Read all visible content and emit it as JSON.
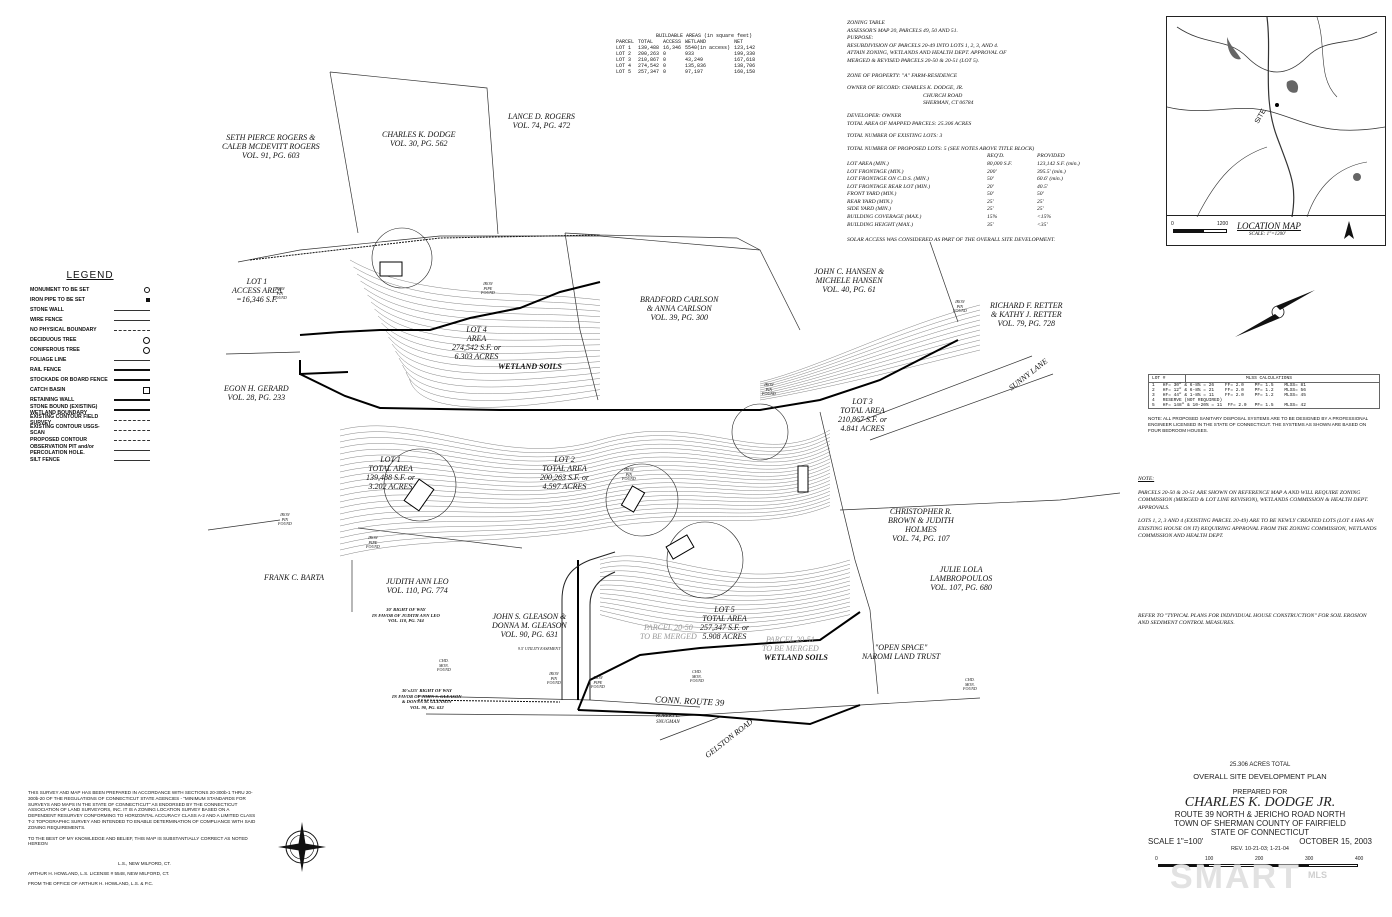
{
  "legend": {
    "title": "LEGEND",
    "items": [
      "MONUMENT TO BE SET",
      "IRON PIPE TO BE SET",
      "STONE WALL",
      "WIRE FENCE",
      "NO PHYSICAL BOUNDARY",
      "DECIDUOUS TREE",
      "CONIFEROUS TREE",
      "FOLIAGE LINE",
      "RAIL FENCE",
      "STOCKADE OR BOARD FENCE",
      "CATCH BASIN",
      "RETAINING WALL",
      "STONE BOUND (EXISTING) WETLAND BOUNDARY",
      "EXISTING CONTOUR FIELD SURVEY",
      "EXISTING CONTOUR USGS-SCAN",
      "PROPOSED CONTOUR",
      "OBSERVATION PIT and/or PERCOLATION HOLE.",
      "SILT FENCE"
    ]
  },
  "buildable": {
    "title": "BUILDABLE AREAS (in square feet)",
    "headers": [
      "PARCEL",
      "TOTAL",
      "ACCESS",
      "WETLAND",
      "NET"
    ],
    "rows": [
      [
        "LOT 1",
        "139,488",
        "16,346",
        "5540(in access)",
        "123,142"
      ],
      [
        "LOT 2",
        "200,263",
        "0",
        "933",
        "199,330"
      ],
      [
        "LOT 3",
        "210,867",
        "0",
        "43,249",
        "167,618"
      ],
      [
        "LOT 4",
        "274,542",
        "0",
        "135,836",
        "138,706"
      ],
      [
        "LOT 5",
        "257,347",
        "0",
        "97,197",
        "160,150"
      ]
    ]
  },
  "zoning": {
    "title": "ZONING TABLE",
    "assessor": "ASSESSOR'S MAP 20, PARCELS 49, 50 AND 51.",
    "purpose_label": "PURPOSE:",
    "purpose": [
      "RESUBDIVISION OF PARCELS 20-49 INTO LOTS 1, 2, 3, AND 4.",
      "ATTAIN ZONING, WETLANDS AND HEALTH DEPT. APPROVAL OF",
      "MERGED & REVISED PARCELS 20-50 & 20-51 (LOT 5)."
    ],
    "zone": "ZONE OF PROPERTY: \"A\" FARM-RESIDENCE",
    "owner": [
      "OWNER OF RECORD: CHARLES K. DODGE, JR.",
      "CHURCH ROAD",
      "SHERMAN, CT 06784"
    ],
    "developer": "DEVELOPER: OWNER",
    "total_area": "TOTAL AREA OF MAPPED PARCELS: 25.306 ACRES",
    "existing_lots": "TOTAL NUMBER OF EXISTING LOTS: 3",
    "proposed_lots": "TOTAL NUMBER OF PROPOSED LOTS: 5 (SEE NOTES ABOVE TITLE BLOCK)",
    "col_req": "REQ'D.",
    "col_prov": "PROVIDED",
    "rows": [
      [
        "LOT AREA (MIN.)",
        "80,000 S.F.",
        "123,142 S.F. (min.)"
      ],
      [
        "LOT FRONTAGE (MIN.)",
        "200'",
        "395.5' (min.)"
      ],
      [
        "LOT FRONTAGE ON C.D.S. (MIN.)",
        "50'",
        "60.6' (min.)"
      ],
      [
        "LOT FRONTAGE REAR LOT (MIN.)",
        "20'",
        "40.5'"
      ],
      [
        "FRONT YARD (MIN.)",
        "50'",
        "50'"
      ],
      [
        "REAR YARD (MIN.)",
        "25'",
        "25'"
      ],
      [
        "SIDE YARD (MIN.)",
        "25'",
        "25'"
      ],
      [
        "BUILDING COVERAGE (MAX.)",
        "15%",
        "<15%"
      ],
      [
        "BUILDING HEIGHT (MAX.)",
        "35'",
        "<35'"
      ]
    ],
    "solar": "SOLAR ACCESS WAS CONSIDERED AS PART OF THE OVERALL SITE DEVELOPMENT."
  },
  "location_map": {
    "title": "LOCATION MAP",
    "scale": "SCALE: 1\"=1200'",
    "scale_bar_left": "0",
    "scale_bar_right": "1200",
    "site_label": "SITE"
  },
  "owners": [
    {
      "text": "SETH PIERCE ROGERS &\nCALEB McDEVITT ROGERS\nVOL. 91, PG. 603"
    },
    {
      "text": "CHARLES K. DODGE\nVOL. 30, PG. 562"
    },
    {
      "text": "LANCE D. ROGERS\nVOL. 74, PG. 472"
    },
    {
      "text": "BRADFORD CARLSON\n& ANNA CARLSON\nVOL. 39, PG. 300"
    },
    {
      "text": "JOHN C. HANSEN &\nMICHELE HANSEN\nVOL. 40, PG. 61"
    },
    {
      "text": "RICHARD F. RETTER\n& KATHY J. RETTER\nVOL. 79, PG. 728"
    },
    {
      "text": "EGON H. GERARD\nVOL. 28, PG. 233"
    },
    {
      "text": "FRANK C. BARTA"
    },
    {
      "text": "JUDITH ANN LEO\nVOL. 110, PG. 774"
    },
    {
      "text": "JOHN S. GLEASON &\nDONNA M. GLEASON\nVOL. 90, PG. 631"
    },
    {
      "text": "CHRISTOPHER R.\nBROWN & JUDITH\nHOLMES\nVOL. 74, PG. 107"
    },
    {
      "text": "JULIE LOLA\nLAMBROPOULOS\nVOL. 107, PG. 680"
    },
    {
      "text": "\"OPEN SPACE\"\nNAROMI LAND TRUST"
    },
    {
      "text": "ROBERT L.\nSNUGMAN"
    }
  ],
  "lots": {
    "lot1_access": "LOT 1\nACCESS AREA\n=16,346 S.F.",
    "lot4": "LOT 4\nAREA\n274,542 S.F. or\n6.303 ACRES",
    "lot1": "LOT 1\nTOTAL AREA\n139,488 S.F. or\n3.202 ACRES",
    "lot2": "LOT 2\nTOTAL AREA\n200,263 S.F. or\n4.597 ACRES",
    "lot3": "LOT 3\nTOTAL AREA\n210,867 S.F. or\n4.841 ACRES",
    "lot5": "LOT 5\nTOTAL AREA\n257,347 S.F. or\n5.908 ACRES",
    "wetland1": "WETLAND SOILS",
    "wetland2": "WETLAND SOILS",
    "parcel50": "PARCEL 20-50\nTO BE MERGED",
    "parcel51": "PARCEL 20-51\nTO BE MERGED"
  },
  "roads": {
    "route39": "CONN. ROUTE 39",
    "gelston": "GELSTON ROAD",
    "sunny": "SUNNY LANE",
    "row1": "30' RIGHT OF WAY\nIN FAVOR OF JUDITH ANN LEO\nVOL. 110, PG. 744",
    "row2": "30'x125' RIGHT OF WAY\nIN FAVOR OF JOHN S. GLEASON\n& DONNA M. GLEASON\nVOL. 90, PG. 632",
    "easement": "9.5' UTILITY EASEMENT",
    "iron_pin": "IRON\nPIN\nFOUND",
    "iron_pipe": "IRON\nPIPE\nFOUND",
    "chd_mon": "CHD.\nMON.\nFOUND"
  },
  "mlss": {
    "col1": "LOT #",
    "col2": "MLSS CALCULATIONS",
    "rows": [
      "1   HF= 30\" & 6-8% = 26    FF= 2.0    PF= 1.5    MLSS= 81",
      "2   HF= 12\" & 6-8% = 21    FF= 2.0    PF= 1.2    MLSS= 56",
      "3   HF= 44\" & 1-8% = 11    FF= 2.0    PF= 1.2    MLSS= 45",
      "4   RESERVE (NOT REQUIRED)",
      "5   HF= 148\" & 10-20% = 11  FF= 2.0   PF= 1.5    MLSS= 42"
    ],
    "note": "NOTE: ALL PROPOSED SANITARY DISPOSAL SYSTEMS ARE TO BE DESIGNED BY A PROFESSIONAL ENGINEER LICENSED IN THE STATE OF CONNECTICUT. THE SYSTEMS AS SHOWN ARE BASED ON FOUR BEDROOM HOUSES."
  },
  "notes": {
    "title": "NOTE:",
    "p1": "PARCELS 20-50 & 20-51 ARE SHOWN ON REFERENCE MAP A AND WILL REQUIRE ZONING COMMISSION (MERGED & LOT LINE REVISION), WETLANDS COMMISSION & HEALTH DEPT. APPROVALS.",
    "p2": "LOTS 1, 2, 3 AND 4 (EXISTING PARCEL 20-49) ARE TO BE NEWLY CREATED LOTS (LOT 4 HAS AN EXISTING HOUSE ON IT) REQUIRING APPROVAL FROM THE ZONING COMMISSION, WETLANDS COMMISSION AND HEALTH DEPT.",
    "p3": "REFER TO \"TYPICAL PLANS FOR INDIVIDUAL HOUSE CONSTRUCTION\" FOR SOIL EROSION AND SEDIMENT CONTROL MEASURES."
  },
  "cert": {
    "p1": "THIS SURVEY AND MAP HAS BEEN PREPARED IN ACCORDANCE WITH SECTIONS 20-300b-1 THRU 20-300b-20 OF THE REGULATIONS OF CONNECTICUT STATE AGENCIES - \"MINIMUM STANDARDS FOR SURVEYS AND MAPS IN THE STATE OF CONNECTICUT\" AS ENDORSED BY THE CONNECTICUT ASSOCIATION OF LAND SURVEYORS, INC. IT IS A ZONING LOCATION SURVEY BASED ON A DEPENDENT RESURVEY CONFORMING TO HORIZONTAL ACCURACY CLASS A-2 AND A LIMITED CLASS T-2 TOPOGRAPHIC SURVEY AND INTENDED TO ENABLE DETERMINATION OF COMPLIANCE WITH SAID ZONING REQUIREMENTS.",
    "p2": "TO THE BEST OF MY KNOWLEDGE AND BELIEF, THIS MAP IS SUBSTANTIALLY CORRECT AS NOTED HEREON",
    "sig1": "L.S., NEW MILFORD, CT.",
    "sig2": "ARTHUR H. HOWLAND, L.S.  LICENSE # 5548, NEW MILFORD, CT.",
    "sig3": "FROM THE OFFICE OF ARTHUR H. HOWLAND, L.S. & P.C."
  },
  "title_block": {
    "total": "25.306 ACRES TOTAL",
    "plan": "OVERALL SITE DEVELOPMENT PLAN",
    "prepared": "PREPARED FOR",
    "name": "CHARLES K. DODGE JR.",
    "addr1": "ROUTE 39 NORTH & JERICHO ROAD NORTH",
    "addr2": "TOWN OF SHERMAN    COUNTY OF FAIRFIELD",
    "addr3": "STATE OF CONNECTICUT",
    "scale": "SCALE 1\"=100'",
    "date": "OCTOBER 15, 2003",
    "rev": "REV. 10-21-03; 1-21-04",
    "bar_labels": [
      "0",
      "100",
      "200",
      "300",
      "400"
    ],
    "watermark": "SMART",
    "watermark_sub": "MLS"
  },
  "colors": {
    "ink": "#1a1a1a",
    "contour": "#555555",
    "boundary": "#000000"
  }
}
